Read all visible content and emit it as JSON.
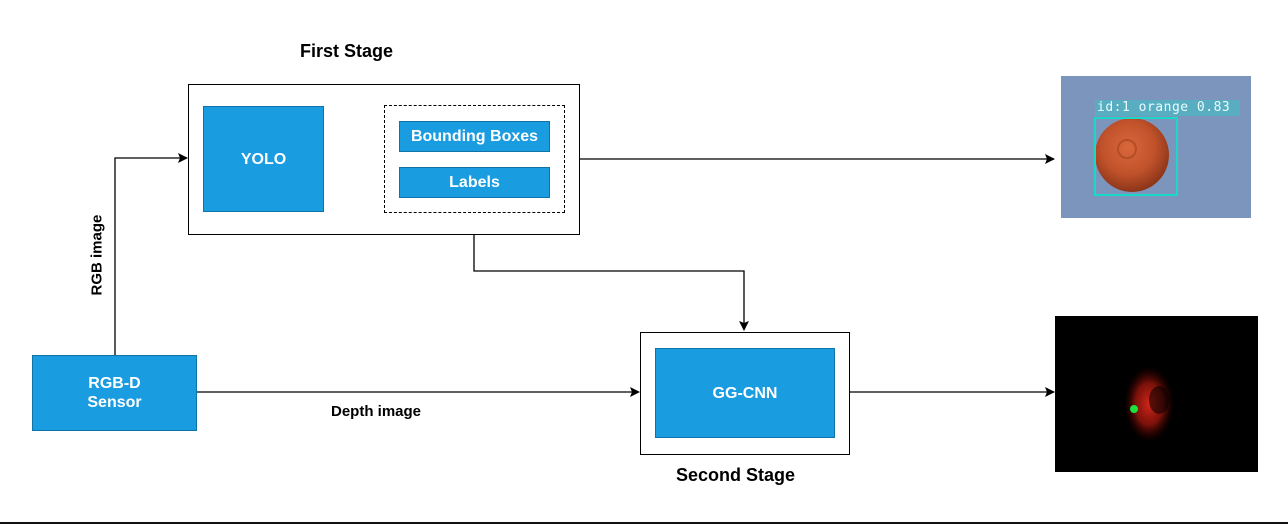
{
  "stages": {
    "first_label": "First Stage",
    "second_label": "Second Stage"
  },
  "nodes": {
    "sensor": "RGB-D Sensor",
    "yolo": "YOLO",
    "bounding_boxes": "Bounding Boxes",
    "labels": "Labels",
    "ggcnn": "GG-CNN"
  },
  "edges": {
    "rgb_image": "RGB image",
    "depth_image": "Depth image"
  },
  "detection_output": {
    "caption": "id:1 orange 0.83",
    "background_color": "#7b95bd",
    "box_color": "#19d9c6",
    "object": "orange"
  },
  "grasp_output": {
    "background_color": "#000000",
    "heatmap_color": "#c81d10",
    "grasp_point_color": "#1ee03a"
  },
  "colors": {
    "node_fill": "#1a9ce1",
    "node_border": "#1073a8",
    "line": "#000000"
  }
}
